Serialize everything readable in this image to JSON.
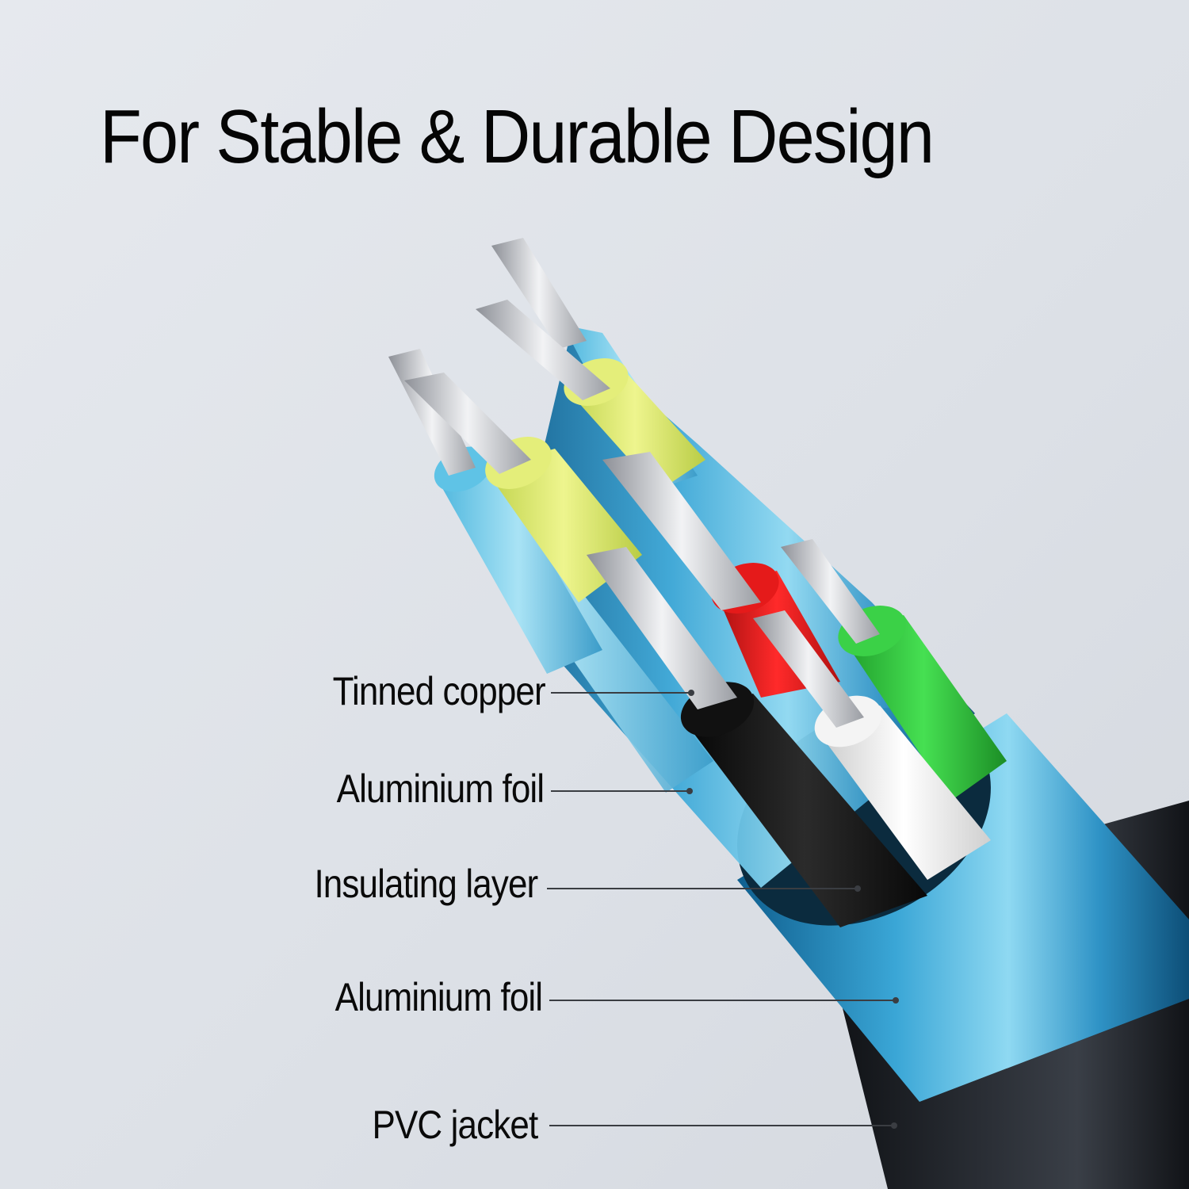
{
  "title": "For Stable & Durable Design",
  "labels": {
    "tinned_copper": "Tinned copper",
    "aluminium_foil_inner": "Aluminium foil",
    "insulating_layer": "Insulating layer",
    "aluminium_foil_outer": "Aluminium foil",
    "pvc_jacket": "PVC jacket"
  },
  "colors": {
    "background": "#e2e5ea",
    "jacket": "#1a1d22",
    "foil_blue": "#3aa6d6",
    "wire_yellow": "#d9e86b",
    "wire_red": "#e01b1b",
    "wire_green": "#2fc23a",
    "wire_black": "#151515",
    "wire_white": "#f4f4f4",
    "copper": "#c9ccd1"
  }
}
